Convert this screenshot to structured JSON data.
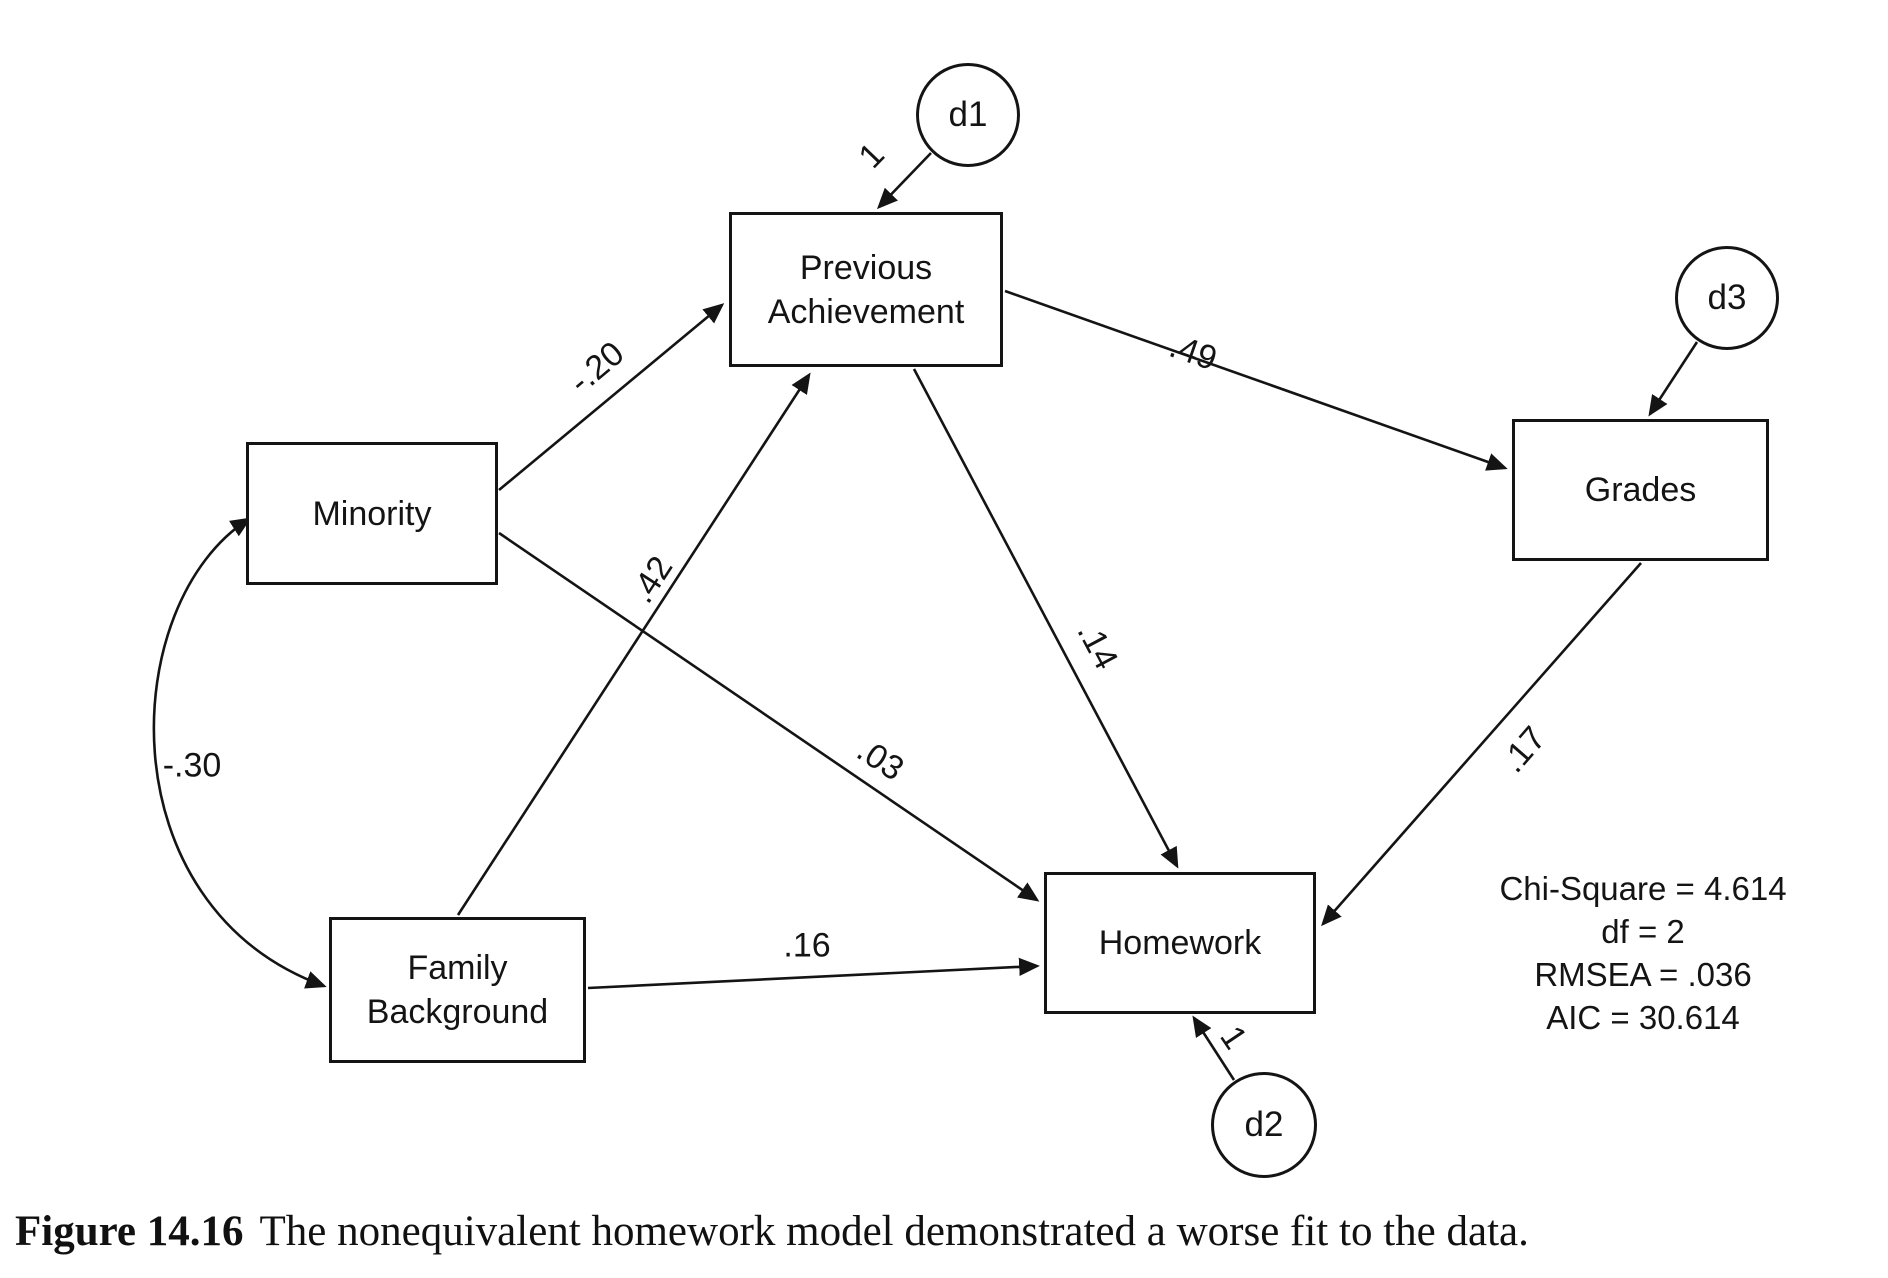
{
  "figure": {
    "label": "Figure 14.16",
    "caption": "The nonequivalent homework model demonstrated a worse fit to the data."
  },
  "nodes": {
    "previous_achievement": {
      "line1": "Previous",
      "line2": "Achievement"
    },
    "minority": {
      "label": "Minority"
    },
    "family_background": {
      "line1": "Family",
      "line2": "Background"
    },
    "homework": {
      "label": "Homework"
    },
    "grades": {
      "label": "Grades"
    }
  },
  "disturbances": {
    "d1": {
      "label": "d1",
      "loading": "1"
    },
    "d2": {
      "label": "d2",
      "loading": "1"
    },
    "d3": {
      "label": "d3"
    }
  },
  "paths": {
    "minority_to_previous_achievement": "-.20",
    "family_background_to_previous_achievement": ".42",
    "minority_to_homework": ".03",
    "family_background_to_homework": ".16",
    "previous_achievement_to_grades": ".49",
    "previous_achievement_to_homework": ".14",
    "grades_to_homework": ".17",
    "minority_with_family_background": "-.30"
  },
  "fit_statistics": {
    "chi_square": "Chi-Square = 4.614",
    "df": "df = 2",
    "rmsea": "RMSEA = .036",
    "aic": "AIC = 30.614"
  }
}
